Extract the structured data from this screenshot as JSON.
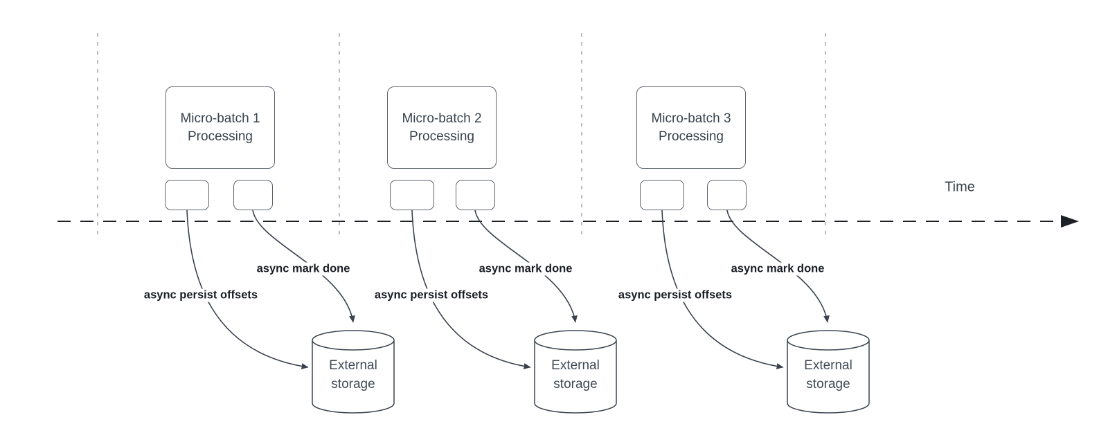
{
  "axis": {
    "label": "Time"
  },
  "batches": [
    {
      "box_line1": "Micro-batch 1",
      "box_line2": "Processing",
      "persist_label": "async persist offsets",
      "mark_done_label": "async mark done",
      "storage_line1": "External",
      "storage_line2": "storage"
    },
    {
      "box_line1": "Micro-batch 2",
      "box_line2": "Processing",
      "persist_label": "async persist offsets",
      "mark_done_label": "async mark done",
      "storage_line1": "External",
      "storage_line2": "storage"
    },
    {
      "box_line1": "Micro-batch 3",
      "box_line2": "Processing",
      "persist_label": "async persist offsets",
      "mark_done_label": "async mark done",
      "storage_line1": "External",
      "storage_line2": "storage"
    }
  ]
}
